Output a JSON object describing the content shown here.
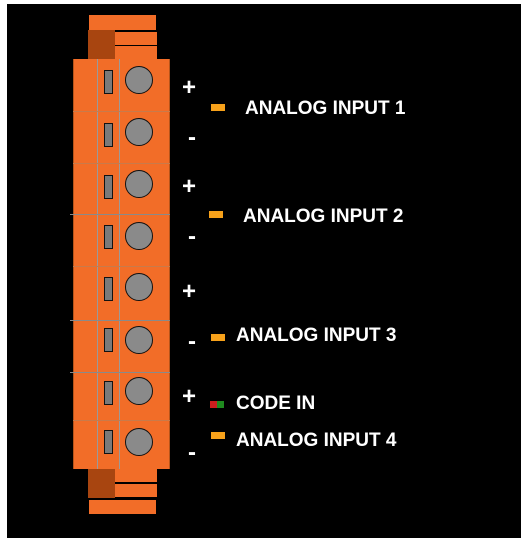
{
  "terminals": [
    {
      "sign": "+",
      "connector": "terminal-1"
    },
    {
      "sign": "-",
      "connector": "terminal-2"
    },
    {
      "sign": "+",
      "connector": "terminal-3"
    },
    {
      "sign": "-",
      "connector": "terminal-4"
    },
    {
      "sign": "+",
      "connector": "terminal-5"
    },
    {
      "sign": "-",
      "connector": "terminal-6"
    },
    {
      "sign": "+",
      "connector": "terminal-7"
    },
    {
      "sign": "-",
      "connector": "terminal-8"
    }
  ],
  "labels": {
    "analog_input_1": "ANALOG INPUT 1",
    "analog_input_2": "ANALOG INPUT 2",
    "analog_input_3": "ANALOG INPUT 3",
    "code_in": "CODE IN",
    "analog_input_4": "ANALOG INPUT 4"
  },
  "colors": {
    "background": "#000000",
    "connector_body": "#f26d28",
    "connector_shadow": "#a84510",
    "indicator_orange": "#f7a11a",
    "indicator_red": "#cc1e1e",
    "indicator_green": "#1f8a1f",
    "text": "#ffffff"
  }
}
